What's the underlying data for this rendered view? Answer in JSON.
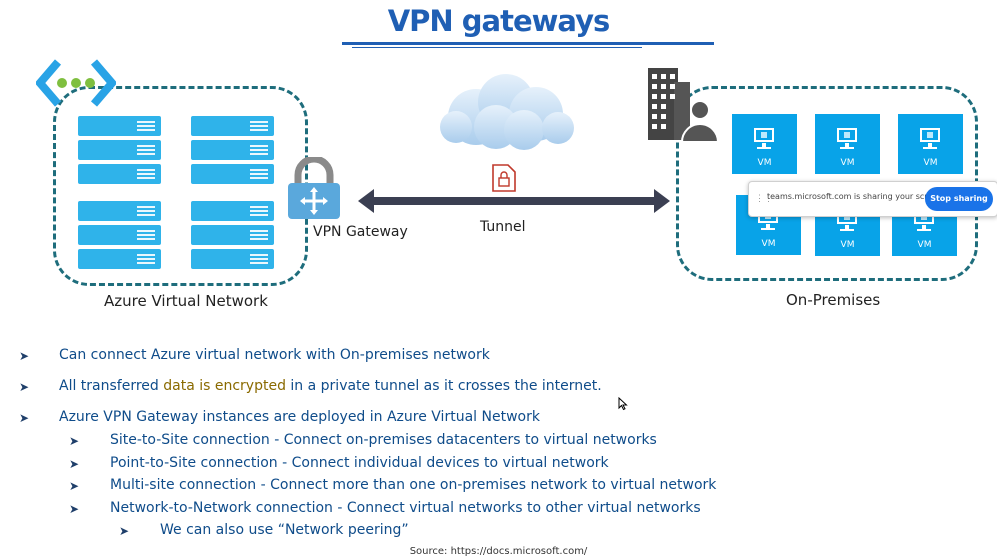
{
  "title": "VPN gateways",
  "diagram": {
    "azure_label": "Azure Virtual Network",
    "gateway_label": "VPN Gateway",
    "tunnel_label": "Tunnel",
    "onprem_label": "On-Premises",
    "vm_label": "VM"
  },
  "bullets": {
    "b1": "Can connect Azure virtual network with On-premises network",
    "b2_pre": "All transferred ",
    "b2_hl": "data is encrypted",
    "b2_post": " in a private tunnel as it crosses the internet.",
    "b3": "Azure VPN Gateway instances are deployed in Azure Virtual Network",
    "s1": "Site-to-Site connection - Connect on-premises datacenters to virtual networks",
    "s2": "Point-to-Site connection - Connect individual devices to virtual network",
    "s3": "Multi-site connection -  Connect more than one on-premises network to virtual network",
    "s4": "Network-to-Network connection - Connect virtual networks to other virtual networks",
    "ss1": "We can also use “Network peering”"
  },
  "share_bar": {
    "text": "teams.microsoft.com is sharing your screen.",
    "button": "Stop sharing"
  },
  "source": "Source: https://docs.microsoft.com/",
  "colors": {
    "title": "#1f5fb4",
    "server": "#2fb3ea",
    "vm": "#08a3e8",
    "dashed_border": "#1e6d7c",
    "bullet_text": "#0f4c8a",
    "highlight": "#8a6a00",
    "stop_button": "#1a73e8"
  },
  "icons": [
    "vnet-icon",
    "cloud-icon",
    "lock-icon",
    "building-user-icon",
    "double-arrow-icon",
    "cursor-icon"
  ]
}
